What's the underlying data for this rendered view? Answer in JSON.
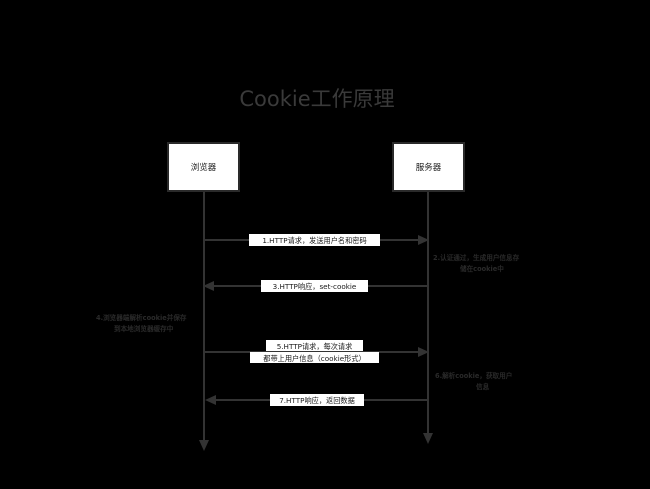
{
  "title": "Cookie工作原理",
  "actors": {
    "browser": "浏览器",
    "server": "服务器"
  },
  "messages": {
    "m1": "1.HTTP请求，发送用户名和密码",
    "m3": "3.HTTP响应，set-cookie",
    "m5_line1": "5.HTTP请求，每次请求",
    "m5_line2": "都带上用户信息（cookie形式）",
    "m7": "7.HTTP响应，返回数据"
  },
  "notes": {
    "n2_line1": "2.认证通过，生成用户信息存",
    "n2_line2": "储在cookie中",
    "n4_line1": "4.浏览器端解析cookie并保存",
    "n4_line2": "到本地浏览器缓存中",
    "n6_line1": "6.解析cookie，获取用户",
    "n6_line2": "信息"
  }
}
